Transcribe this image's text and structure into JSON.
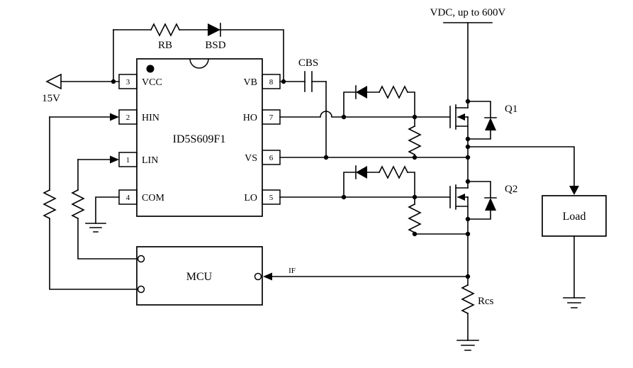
{
  "diagram": {
    "power": {
      "vdc_label": "VDC, up to 600V",
      "supply_label": "15V"
    },
    "bootstrap": {
      "resistor": "RB",
      "diode": "BSD",
      "capacitor": "CBS"
    },
    "ic": {
      "name": "ID5S609F1",
      "pins_left": [
        {
          "num": "3",
          "name": "VCC"
        },
        {
          "num": "2",
          "name": "HIN"
        },
        {
          "num": "1",
          "name": "LIN"
        },
        {
          "num": "4",
          "name": "COM"
        }
      ],
      "pins_right": [
        {
          "num": "8",
          "name": "VB"
        },
        {
          "num": "7",
          "name": "HO"
        },
        {
          "num": "6",
          "name": "VS"
        },
        {
          "num": "5",
          "name": "LO"
        }
      ]
    },
    "transistors": {
      "q1": "Q1",
      "q2": "Q2"
    },
    "load_label": "Load",
    "mcu_label": "MCU",
    "feedback_label": "IF",
    "sense_resistor": "Rcs"
  }
}
